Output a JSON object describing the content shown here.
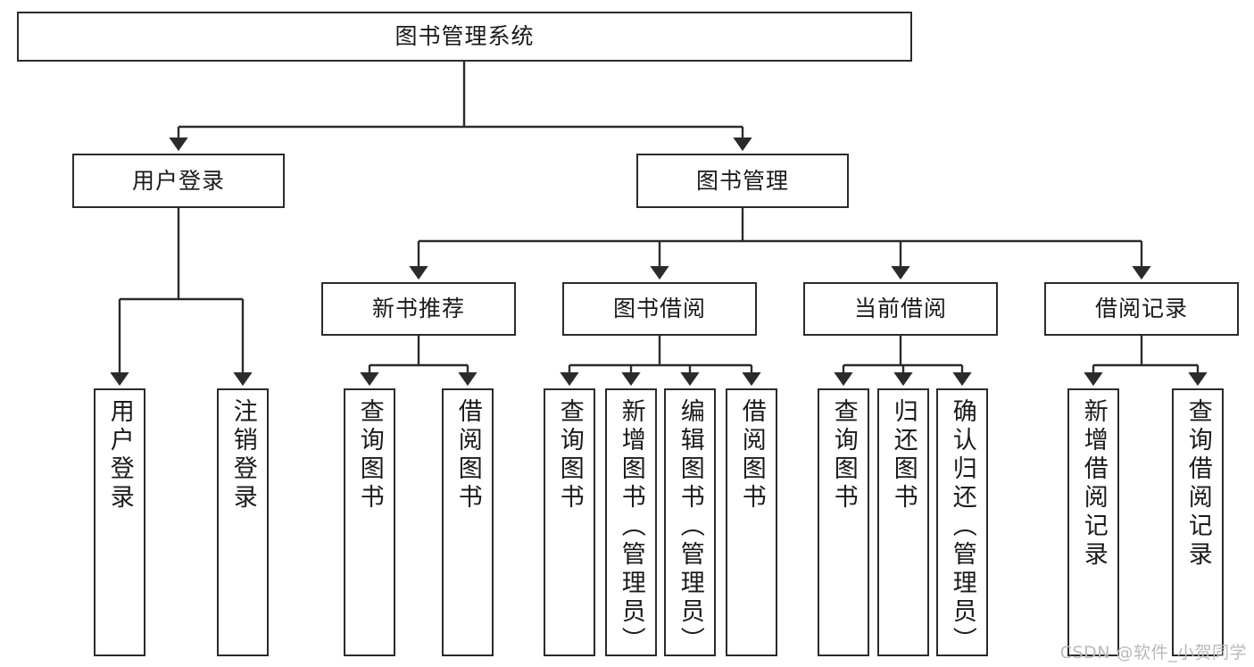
{
  "diagram": {
    "type": "tree",
    "title": "图书管理系统",
    "orientation": "top-down",
    "colors": {
      "box_border": "#2b2b2b",
      "box_fill": "#ffffff",
      "connector": "#2b2b2b",
      "watermark": "#b9b9b9",
      "background": "#ffffff"
    },
    "root": {
      "label": "图书管理系统"
    },
    "level2": [
      {
        "label": "用户登录"
      },
      {
        "label": "图书管理"
      }
    ],
    "level3": [
      {
        "label": "新书推荐"
      },
      {
        "label": "图书借阅"
      },
      {
        "label": "当前借阅"
      },
      {
        "label": "借阅记录"
      }
    ],
    "leaves": {
      "user_login": [
        {
          "label": "用户登录"
        },
        {
          "label": "注销登录"
        }
      ],
      "new_book_recommend": [
        {
          "label": "查询图书"
        },
        {
          "label": "借阅图书"
        }
      ],
      "book_borrow": [
        {
          "label": "查询图书"
        },
        {
          "label": "新增图书（管理员）"
        },
        {
          "label": "编辑图书（管理员）"
        },
        {
          "label": "借阅图书"
        }
      ],
      "current_borrow": [
        {
          "label": "查询图书"
        },
        {
          "label": "归还图书"
        },
        {
          "label": "确认归还（管理员）"
        }
      ],
      "borrow_record": [
        {
          "label": "新增借阅记录"
        },
        {
          "label": "查询借阅记录"
        }
      ]
    }
  },
  "watermark": {
    "text": "CSDN @软件_小贺同学"
  }
}
